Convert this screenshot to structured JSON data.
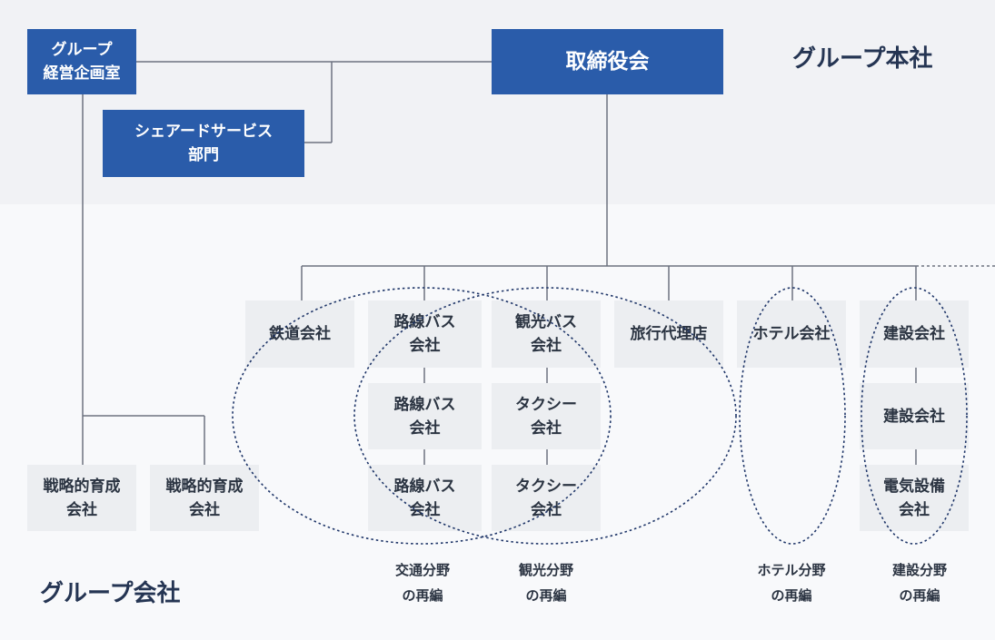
{
  "hq": {
    "label": "グループ本社",
    "board": "取締役会",
    "group_planning": "グループ\n経営企画室",
    "shared_services": "シェアードサービス\n部門"
  },
  "group_companies": {
    "label": "グループ会社",
    "strategic_1": "戦略的育成\n会社",
    "strategic_2": "戦略的育成\n会社",
    "rail": "鉄道会社",
    "bus_1": "路線バス\n会社",
    "bus_2": "路線バス\n会社",
    "bus_3": "路線バス\n会社",
    "tour_bus": "観光バス\n会社",
    "taxi_1": "タクシー\n会社",
    "taxi_2": "タクシー\n会社",
    "travel": "旅行代理店",
    "hotel": "ホテル会社",
    "construction_1": "建設会社",
    "construction_2": "建設会社",
    "electrical": "電気設備\n会社"
  },
  "captions": {
    "transport": "交通分野\nの再編",
    "tourism": "観光分野\nの再編",
    "hotel": "ホテル分野\nの再編",
    "construction": "建設分野\nの再編"
  },
  "colors": {
    "hq_box": "#2a5caa",
    "company_box": "#eceef1",
    "line": "#6d7380",
    "ellipse": "#1e3568"
  }
}
